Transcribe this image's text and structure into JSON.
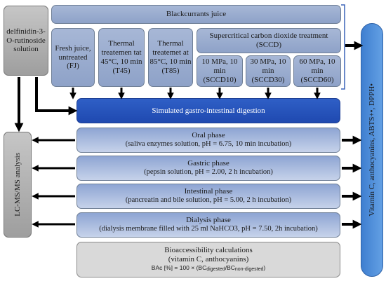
{
  "source_box": "delfinidin-3-O-rutinoside solution",
  "juice_header": "Blackcurrants juice",
  "treatments": {
    "fresh": "Fresh juice, untreated (FJ)",
    "t45": "Thermal treatemen tat 45°C, 10 min (T45)",
    "t85": "Thermal treatemet at 85°C, 10 min (T85)",
    "sccd": "Supercritical carbon dioxide treatment (SCCD)",
    "sccd10": "10 MPa, 10 min (SCCD10)",
    "sccd30": "30 MPa, 10 min (SCCD30)",
    "sccd60": "60 MPa, 10 min (SCCD60)"
  },
  "digestion": "Simulated gastro-intestinal digestion",
  "phases": {
    "oral_title": "Oral phase",
    "oral_desc": "(saliva enzymes solution, pH = 6.75, 10 min incubation)",
    "gastric_title": "Gastric phase",
    "gastric_desc": "(pepsin solution, pH = 2.00, 2 h incubation)",
    "intestinal_title": "Intestinal phase",
    "intestinal_desc": "(pancreatin and bile solution, pH = 5.00, 2 h incubation)",
    "dialysis_title": "Dialysis phase",
    "dialysis_desc": "(dialysis membrane filled with 25 ml NaHCO3, pH = 7.50, 2h incubation)"
  },
  "bioaccessibility": {
    "title": "Bioaccessibility calculations",
    "subtitle": "(vitamin C, anthocyanins)",
    "formula_prefix": "BAc [%] = 100 × (BC",
    "sub_digested": "digested",
    "slash": "/BC",
    "sub_non_digested": "non-digested",
    "formula_suffix": ")"
  },
  "lcms": "LC-MS/MS analysis",
  "right_box": "Vitamin C, anthocyanins, ABTS+•, DPPH•",
  "colors": {
    "arrow": "#000000",
    "bracket": "#3a63b8",
    "digestion_box": "#2456bd",
    "right_box": "#4f8fdc"
  }
}
